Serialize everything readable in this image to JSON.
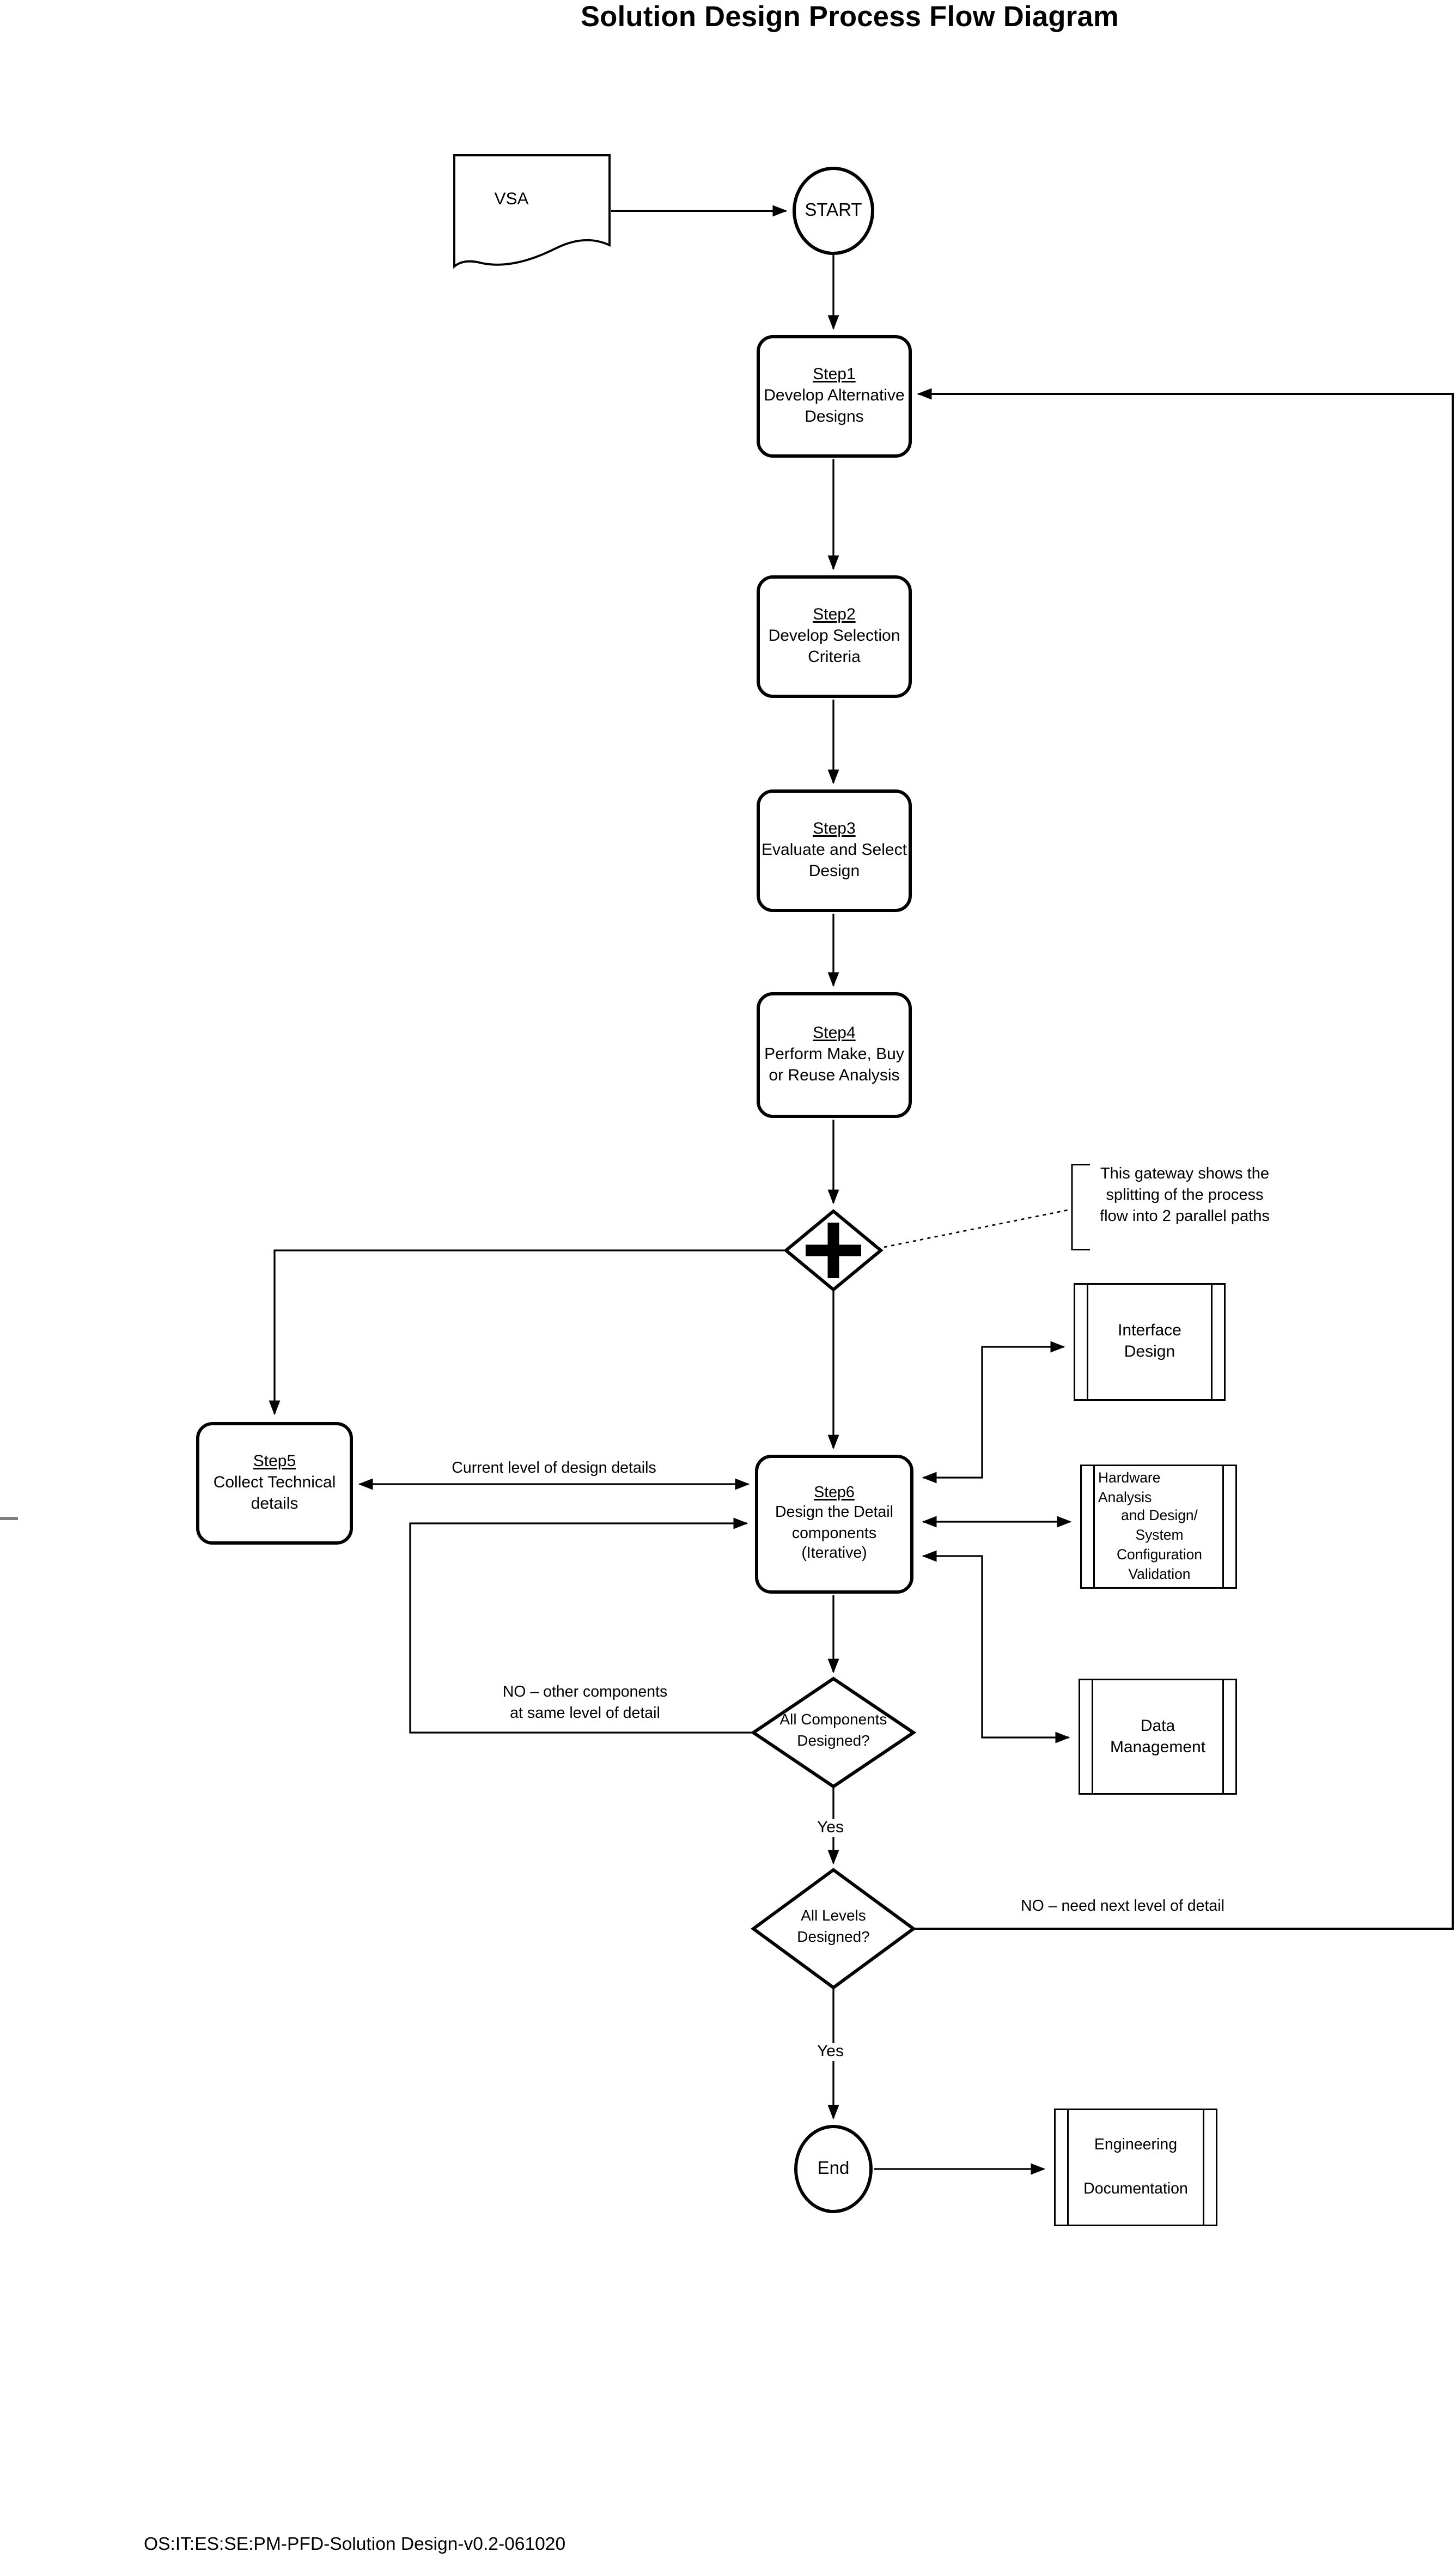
{
  "title": "Solution Design Process Flow Diagram",
  "footer": "OS:IT:ES:SE:PM-PFD-Solution Design-v0.2-061020",
  "nodes": {
    "vsa": {
      "label": "VSA"
    },
    "start": {
      "label": "START"
    },
    "step1": {
      "step": "Step1",
      "line1": "Develop Alternative",
      "line2": "Designs"
    },
    "step2": {
      "step": "Step2",
      "line1": "Develop Selection",
      "line2": "Criteria"
    },
    "step3": {
      "step": "Step3",
      "line1": "Evaluate and Select",
      "line2": "Design"
    },
    "step4": {
      "step": "Step4",
      "line1": "Perform Make, Buy",
      "line2": "or Reuse Analysis"
    },
    "step5": {
      "step": "Step5",
      "line1": "Collect Technical",
      "line2": "details"
    },
    "step6": {
      "step": "Step6",
      "line1": "Design the Detail",
      "line2": "components",
      "line3": "(Iterative)"
    },
    "interface_design": {
      "line1": "Interface",
      "line2": "Design"
    },
    "hardware": {
      "lines": [
        "Hardware",
        "Analysis",
        "and Design/",
        "System",
        "Configuration",
        "Validation"
      ]
    },
    "data_management": {
      "line1": "Data",
      "line2": "Management"
    },
    "engineering_doc": {
      "line1": "Engineering",
      "line2": "Documentation"
    },
    "all_components": {
      "line1": "All Components",
      "line2": "Designed?"
    },
    "all_levels": {
      "line1": "All Levels",
      "line2": "Designed?"
    },
    "end": {
      "label": "End"
    }
  },
  "labels": {
    "gateway_note_l1": "This gateway shows the",
    "gateway_note_l2": "splitting of the process",
    "gateway_note_l3": "flow into 2 parallel paths",
    "current_level": "Current level of design details",
    "no_components_l1": "NO – other components",
    "no_components_l2": "at same level of detail",
    "no_levels": "NO – need next level of detail",
    "yes_components": "Yes",
    "yes_levels": "Yes"
  }
}
